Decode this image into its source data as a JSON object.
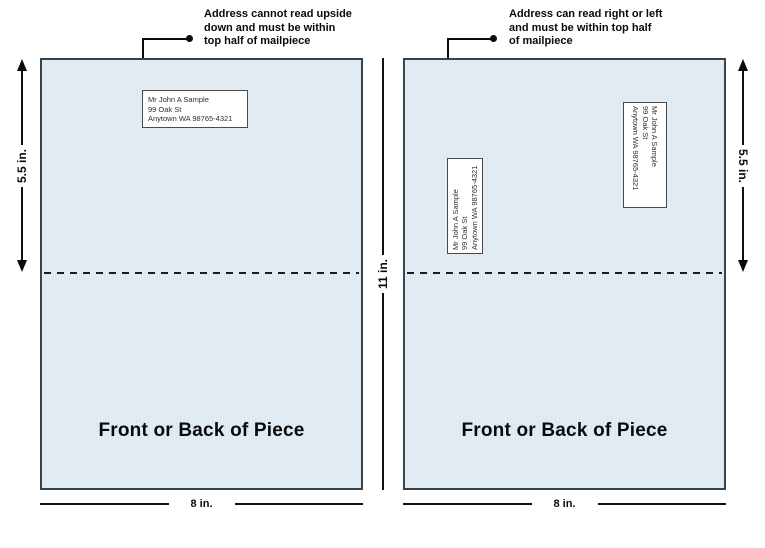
{
  "diagram": {
    "left_panel": {
      "annotation": "Address cannot read upside\ndown and must be within\ntop half of mailpiece",
      "address": [
        "Mr John A Sample",
        "99 Oak St",
        "Anytown WA 98765-4321"
      ],
      "body_label": "Front or Back of Piece",
      "height_dim_label": "5.5 in.",
      "width_dim_label": "8 in."
    },
    "right_panel": {
      "annotation": "Address can read right or left\nand must be within top half\nof mailpiece",
      "address_rotated_ccw": [
        "Mr John A Sample",
        "99 Oak St",
        "Anytown WA 98765-4321"
      ],
      "address_rotated_cw": [
        "Mr John A Sample",
        "99 Oak St",
        "Anytown WA 98765-4321"
      ],
      "body_label": "Front or Back of Piece",
      "height_dim_label": "5.5 in.",
      "width_dim_label": "8 in."
    },
    "center_dim_label": "11 in.",
    "colors": {
      "panel_fill": "#dfe9f1",
      "panel_border": "#36454d",
      "line": "#111111",
      "text": "#0a0a0a",
      "address_text": "#2e2e2e",
      "address_box_bg": "#ffffff"
    }
  }
}
